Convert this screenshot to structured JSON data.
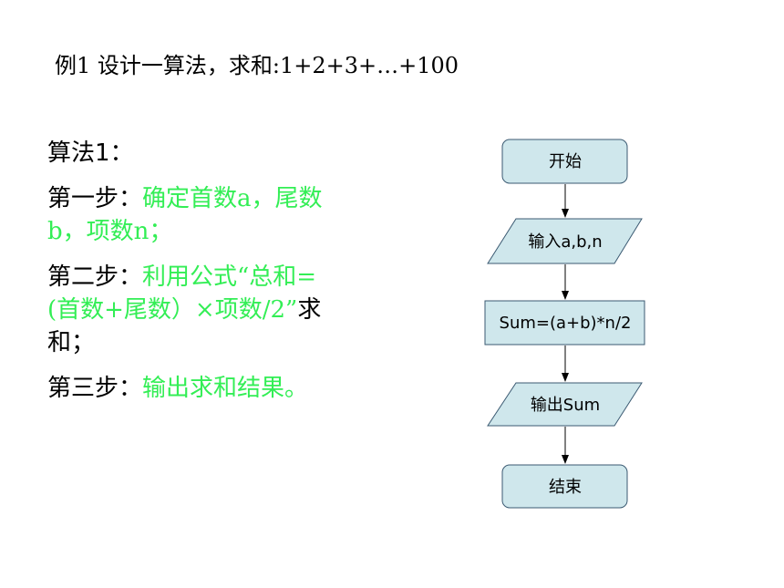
{
  "title": "例1 设计一算法，求和:1+2+3+…+100",
  "algorithm": {
    "heading": "算法1：",
    "steps": [
      {
        "label": "第一步：",
        "text": "确定首数a，尾数b，项数n；"
      },
      {
        "label": "第二步：",
        "text": "利用公式“总和=(首数+尾数）×项数/2”",
        "tail": "求和；"
      },
      {
        "label": "第三步：",
        "text": "输出求和结果。"
      }
    ]
  },
  "flowchart": {
    "start": "开始",
    "input": "输入a,b,n",
    "process": "Sum=(a+b)*n/2",
    "output": "输出Sum",
    "end": "结束"
  },
  "colors": {
    "node_fill": "#cfe7ec",
    "node_stroke": "#3b5a72",
    "highlight_text": "#33ee55"
  }
}
